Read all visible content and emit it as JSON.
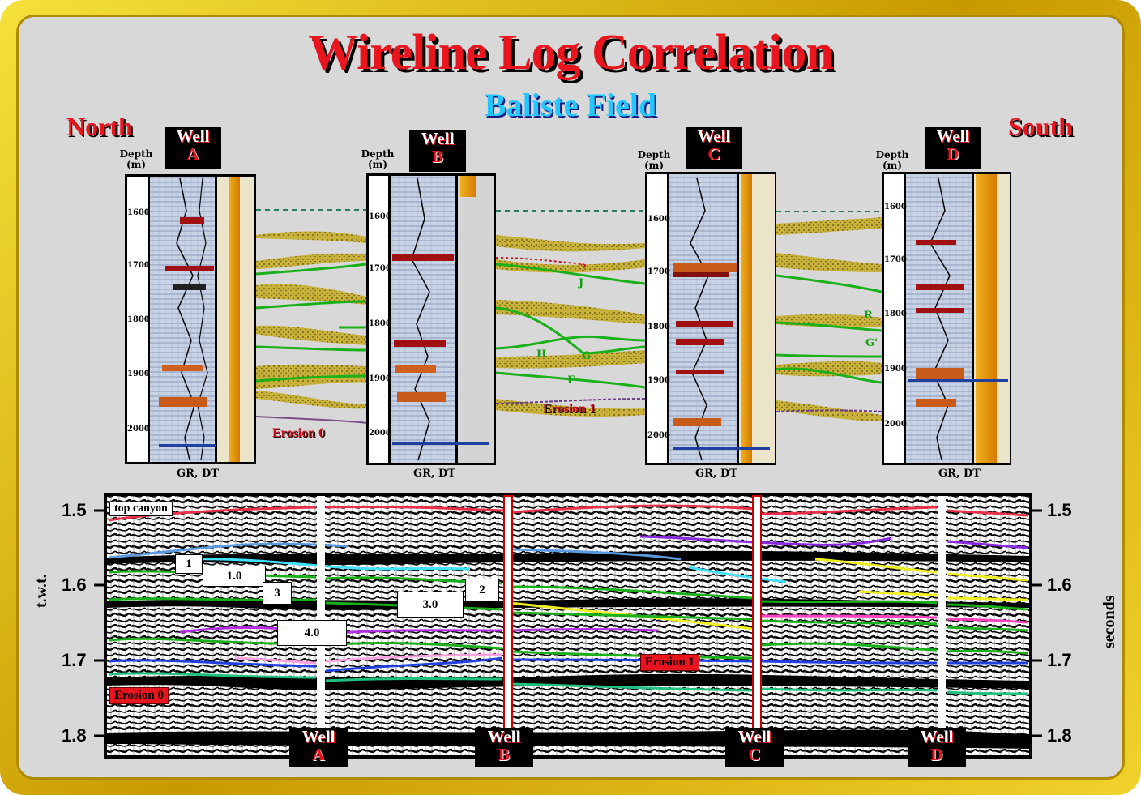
{
  "title": "Wireline Log Correlation",
  "subtitle": "Baliste Field",
  "directions": {
    "north": "North",
    "south": "South"
  },
  "wells": [
    {
      "word": "Well",
      "letter": "A"
    },
    {
      "word": "Well",
      "letter": "B"
    },
    {
      "word": "Well",
      "letter": "C"
    },
    {
      "word": "Well",
      "letter": "D"
    }
  ],
  "depth_label": {
    "line1": "Depth",
    "line2": "(m)"
  },
  "log_curves_label": "GR, DT",
  "depth_ticks": {
    "A": [
      "1600",
      "1700",
      "1800",
      "1900",
      "2000"
    ],
    "B": [
      "1600",
      "1700",
      "1800",
      "1900",
      "2000"
    ],
    "C": [
      "1600",
      "1700",
      "1800",
      "1900",
      "2000"
    ],
    "D": [
      "1600",
      "1700",
      "1800",
      "1900",
      "2000"
    ]
  },
  "correlation_labels": {
    "erosion0": "Erosion 0",
    "erosion1": "Erosion 1",
    "J": "J",
    "H": "H",
    "G": "G",
    "F": "F",
    "R": "R",
    "G_prime": "G'",
    "question": "?"
  },
  "seismic": {
    "top_label": "top canyon",
    "axis_left_title": "t.w.t.",
    "axis_right_title": "seconds",
    "ticks": [
      "1.5",
      "1.6",
      "1.7",
      "1.8"
    ],
    "boxes": [
      "1",
      "1.0",
      "3",
      "4.0",
      "3.0",
      "2"
    ],
    "erosion0": "Erosion 0",
    "erosion1": "Erosion 1"
  },
  "colors": {
    "title_red": "#e8141e",
    "subtitle_cyan": "#23c7ff",
    "frame_gold": "#e7c52a",
    "panel_gray": "#d8d8d8",
    "sand_yellow": "#c8b030",
    "horizon_green": "#1ab01a"
  }
}
